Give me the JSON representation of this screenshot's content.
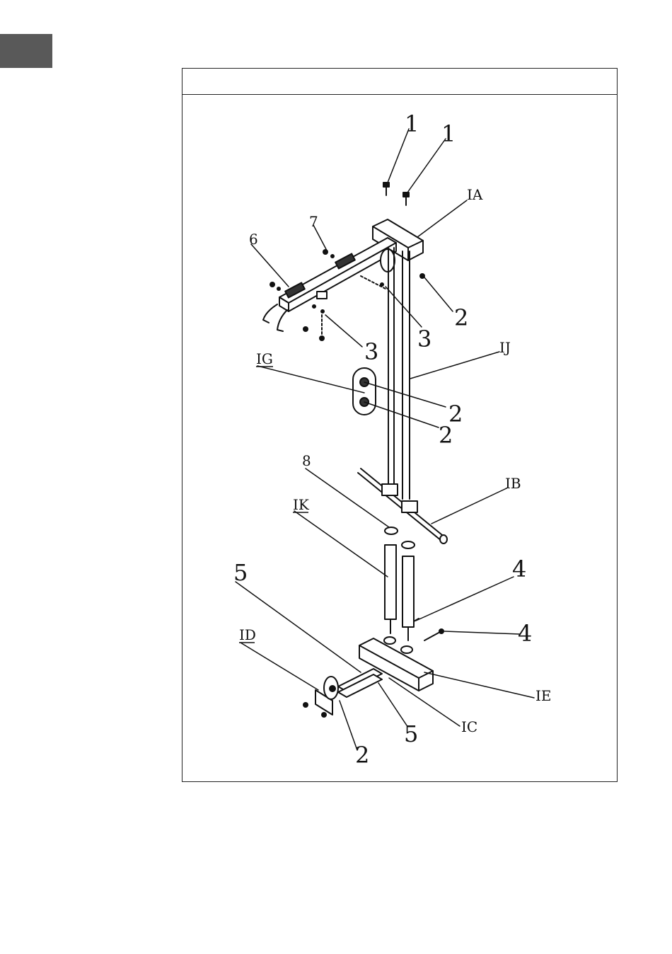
{
  "colors": {
    "tab": "#595959",
    "line": "#111111",
    "frame": "#222222"
  },
  "header_text": "",
  "callouts": {
    "bolt_1a": "1",
    "bolt_1b": "1",
    "frame_top": "IA",
    "bolt_7": "7",
    "bolt_6": "6",
    "bolt_2a": "2",
    "bolt_3a": "3",
    "bolt_3b": "3",
    "upright": "IJ",
    "pulley_plate": "IG",
    "bolt_2b": "2",
    "bolt_2c": "2",
    "washer_8": "8",
    "bar": "IB",
    "sleeve": "IK",
    "bolt_5a": "5",
    "bolt_4a": "4",
    "bolt_4b": "4",
    "bottom_pulley": "ID",
    "base_frame": "IE",
    "bracket": "IC",
    "bolt_5b": "5",
    "bolt_2d": "2"
  }
}
